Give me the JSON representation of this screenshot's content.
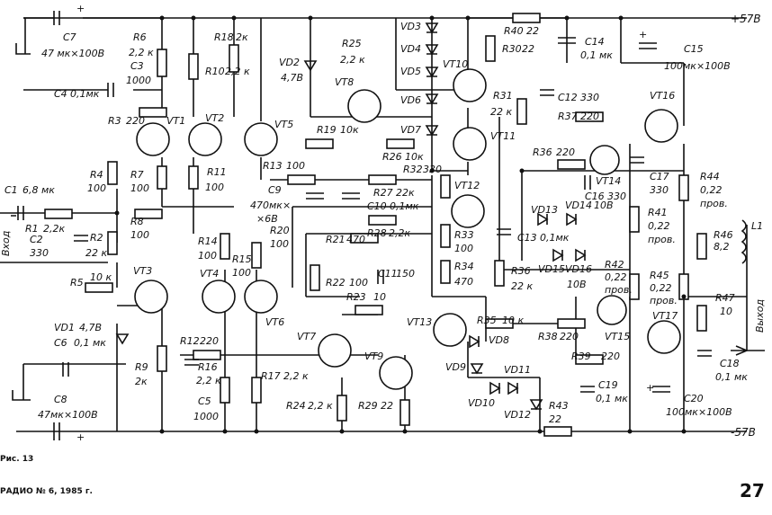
{
  "rails": {
    "pos": "+57В",
    "neg": "-57В"
  },
  "figure_caption": "Рис. 13",
  "journal_line": "РАДИО № 6, 1985 г.",
  "page_number": "27",
  "input_label": "Вход",
  "output_label": "Выход",
  "components": [
    {
      "ref": "C7",
      "value": "47 мк×100В"
    },
    {
      "ref": "R6",
      "value": "2,2 к"
    },
    {
      "ref": "C3",
      "value": "1000"
    },
    {
      "ref": "C4",
      "value": "0,1мк"
    },
    {
      "ref": "R3",
      "value": "220"
    },
    {
      "ref": "R18",
      "value": "2к"
    },
    {
      "ref": "R10",
      "value": "2,2 к"
    },
    {
      "ref": "VD2",
      "value": "4,7В"
    },
    {
      "ref": "R25",
      "value": "2,2 к"
    },
    {
      "ref": "VD3",
      "value": ""
    },
    {
      "ref": "VD4",
      "value": ""
    },
    {
      "ref": "VD5",
      "value": ""
    },
    {
      "ref": "VD6",
      "value": ""
    },
    {
      "ref": "VD7",
      "value": ""
    },
    {
      "ref": "VT8",
      "value": ""
    },
    {
      "ref": "VT10",
      "value": ""
    },
    {
      "ref": "R40",
      "value": "22"
    },
    {
      "ref": "R30",
      "value": "22"
    },
    {
      "ref": "C14",
      "value": "0,1 мк"
    },
    {
      "ref": "C15",
      "value": "100мк×100В"
    },
    {
      "ref": "R31",
      "value": "22 к"
    },
    {
      "ref": "C12",
      "value": "330"
    },
    {
      "ref": "R37",
      "value": "220"
    },
    {
      "ref": "VT16",
      "value": ""
    },
    {
      "ref": "VT1",
      "value": ""
    },
    {
      "ref": "VT2",
      "value": ""
    },
    {
      "ref": "VT5",
      "value": ""
    },
    {
      "ref": "R19",
      "value": "10к"
    },
    {
      "ref": "R26",
      "value": "10к"
    },
    {
      "ref": "VT11",
      "value": ""
    },
    {
      "ref": "R36",
      "value": "220"
    },
    {
      "ref": "R4",
      "value": "100"
    },
    {
      "ref": "R7",
      "value": "100"
    },
    {
      "ref": "R11",
      "value": "100"
    },
    {
      "ref": "R13",
      "value": "100"
    },
    {
      "ref": "R32",
      "value": "330"
    },
    {
      "ref": "C9",
      "value": "470мк×6В"
    },
    {
      "ref": "R27",
      "value": "22к"
    },
    {
      "ref": "C10",
      "value": "0,1мк"
    },
    {
      "ref": "VT12",
      "value": ""
    },
    {
      "ref": "VT14",
      "value": ""
    },
    {
      "ref": "C16",
      "value": "330"
    },
    {
      "ref": "C17",
      "value": "330"
    },
    {
      "ref": "R44",
      "value": "0,22 пров."
    },
    {
      "ref": "C1",
      "value": "6,8 мк"
    },
    {
      "ref": "R1",
      "value": "2,2к"
    },
    {
      "ref": "C2",
      "value": "330"
    },
    {
      "ref": "R8",
      "value": "100"
    },
    {
      "ref": "R2",
      "value": "22 к"
    },
    {
      "ref": "R20",
      "value": "100"
    },
    {
      "ref": "R28",
      "value": "2,2к"
    },
    {
      "ref": "R21",
      "value": "470"
    },
    {
      "ref": "VD13",
      "value": ""
    },
    {
      "ref": "VD14",
      "value": "10В"
    },
    {
      "ref": "R41",
      "value": "0,22 пров."
    },
    {
      "ref": "L1",
      "value": ""
    },
    {
      "ref": "R46",
      "value": "8,2"
    },
    {
      "ref": "R14",
      "value": "100"
    },
    {
      "ref": "R15",
      "value": "100"
    },
    {
      "ref": "R33",
      "value": "100"
    },
    {
      "ref": "C13",
      "value": "0,1 мк"
    },
    {
      "ref": "R34",
      "value": "470"
    },
    {
      "ref": "R36",
      "value": "22 к"
    },
    {
      "ref": "VD15",
      "value": ""
    },
    {
      "ref": "VD16",
      "value": "10В"
    },
    {
      "ref": "R42",
      "value": "0,22 пров."
    },
    {
      "ref": "R45",
      "value": "0,22 пров."
    },
    {
      "ref": "R47",
      "value": "10"
    },
    {
      "ref": "R5",
      "value": "10 к"
    },
    {
      "ref": "VT3",
      "value": ""
    },
    {
      "ref": "VT4",
      "value": ""
    },
    {
      "ref": "VT6",
      "value": ""
    },
    {
      "ref": "R22",
      "value": "100"
    },
    {
      "ref": "C11",
      "value": "150"
    },
    {
      "ref": "R23",
      "value": "10"
    },
    {
      "ref": "VT13",
      "value": ""
    },
    {
      "ref": "R35",
      "value": "10 к"
    },
    {
      "ref": "VT17",
      "value": ""
    },
    {
      "ref": "VT15",
      "value": ""
    },
    {
      "ref": "VD1",
      "value": "4,7В"
    },
    {
      "ref": "C6",
      "value": "0,1 мк"
    },
    {
      "ref": "R12",
      "value": "220"
    },
    {
      "ref": "VT7",
      "value": ""
    },
    {
      "ref": "VD8",
      "value": ""
    },
    {
      "ref": "R38",
      "value": "220"
    },
    {
      "ref": "R39",
      "value": "220"
    },
    {
      "ref": "C18",
      "value": "0,1 мк"
    },
    {
      "ref": "R9",
      "value": "2к"
    },
    {
      "ref": "R16",
      "value": "2,2 к"
    },
    {
      "ref": "R17",
      "value": "2,2 к"
    },
    {
      "ref": "VT9",
      "value": ""
    },
    {
      "ref": "VD9",
      "value": ""
    },
    {
      "ref": "VD11",
      "value": ""
    },
    {
      "ref": "C8",
      "value": "47мк×100В"
    },
    {
      "ref": "C5",
      "value": "1000"
    },
    {
      "ref": "R24",
      "value": "2,2 к"
    },
    {
      "ref": "R29",
      "value": "22"
    },
    {
      "ref": "VD10",
      "value": ""
    },
    {
      "ref": "VD12",
      "value": ""
    },
    {
      "ref": "C19",
      "value": "0,1 мк"
    },
    {
      "ref": "C20",
      "value": "100мк×100В"
    },
    {
      "ref": "R43",
      "value": "22"
    }
  ],
  "labels": {
    "C7": "C7",
    "C7v": "47 мк×100В",
    "R6": "R6",
    "R6v": "2,2 к",
    "C3": "C3",
    "C3v": "1000",
    "C4": "C4",
    "C4v": "0,1мк",
    "R3": "R3",
    "R3v": "220",
    "R18": "R18",
    "R18v": "2к",
    "R10": "R10",
    "R10v": "2,2 к",
    "VD2": "VD2",
    "VD2v": "4,7В",
    "R25": "R25",
    "R25v": "2,2 к",
    "VD3": "VD3",
    "VD4": "VD4",
    "VD5": "VD5",
    "VD6": "VD6",
    "VD7": "VD7",
    "VT8": "VT8",
    "VT10": "VT10",
    "R40": "R40",
    "R40v": "22",
    "R30": "R30",
    "R30v": "22",
    "C14": "C14",
    "C14v": "0,1 мк",
    "C15": "C15",
    "C15v": "100мк×100В",
    "R31": "R31",
    "R31v": "22 к",
    "C12": "C12",
    "C12v": "330",
    "R37": "R37",
    "R37v": "220",
    "VT16": "VT16",
    "VT1": "VT1",
    "VT2": "VT2",
    "VT5": "VT5",
    "R19": "R19",
    "R19v": "10к",
    "R26": "R26",
    "R26v": "10к",
    "VT11": "VT11",
    "R36a": "R36",
    "R36av": "220",
    "R4": "R4",
    "R4v": "100",
    "R7": "R7",
    "R7v": "100",
    "R11": "R11",
    "R11v": "100",
    "R13": "R13",
    "R13v": "100",
    "R32": "R32",
    "R32v": "330",
    "C9": "C9",
    "C9v1": "470мк×",
    "C9v2": "×6В",
    "R27": "R27",
    "R27v": "22к",
    "C10": "C10",
    "C10v": "0,1мк",
    "VT12": "VT12",
    "VT14": "VT14",
    "C16": "C16",
    "C16v": "330",
    "C17": "C17",
    "C17v": "330",
    "R44": "R44",
    "R44v": "0,22",
    "prov": "пров.",
    "C1": "C1",
    "C1v": "6,8 мк",
    "R1": "R1",
    "R1v": "2,2к",
    "C2": "C2",
    "C2v": "330",
    "R8": "R8",
    "R8v": "100",
    "R2": "R2",
    "R2v": "22 к",
    "R20": "R20",
    "R20v": "100",
    "R28": "R28",
    "R28v": "2,2к",
    "R21": "R21",
    "R21v": "470",
    "VD13": "VD13",
    "VD14": "VD14",
    "VD14v": "10В",
    "R41": "R41",
    "R41v": "0,22",
    "L1": "L1",
    "R46": "R46",
    "R46v": "8,2",
    "R14": "R14",
    "R14v": "100",
    "R15": "R15",
    "R15v": "100",
    "R33": "R33",
    "R33v": "100",
    "C13": "C13",
    "C13v": "0,1мк",
    "R34": "R34",
    "R34v": "470",
    "R36b": "R36",
    "R36bv": "22 к",
    "VD15": "VD15",
    "VD16": "VD16",
    "VD16v": "10В",
    "R42": "R42",
    "R42v": "0,22",
    "R45": "R45",
    "R45v": "0,22",
    "R47": "R47",
    "R47v": "10",
    "R5": "R5",
    "R5v": "10 к",
    "VT3": "VT3",
    "VT4": "VT4",
    "VT6": "VT6",
    "R22": "R22",
    "R22v": "100",
    "C11": "C11",
    "C11v": "150",
    "R23": "R23",
    "R23v": "10",
    "VT13": "VT13",
    "R35": "R35",
    "R35v": "10 к",
    "VT17": "VT17",
    "VT15": "VT15",
    "VD1": "VD1",
    "VD1v": "4,7В",
    "C6": "C6",
    "C6v": "0,1 мк",
    "R12": "R12",
    "R12v": "220",
    "VT7": "VT7",
    "VD8": "VD8",
    "R38": "R38",
    "R38v": "220",
    "R39": "R39",
    "R39v": "220",
    "C18": "C18",
    "C18v": "0,1 мк",
    "R9": "R9",
    "R9v": "2к",
    "R16": "R16",
    "R16v": "2,2 к",
    "R17": "R17",
    "R17v": "2,2 к",
    "VT9": "VT9",
    "VD9": "VD9",
    "VD11": "VD11",
    "C8": "C8",
    "C8v": "47мк×100В",
    "C5": "C5",
    "C5v": "1000",
    "R24": "R24",
    "R24v": "2,2 к",
    "R29": "R29",
    "R29v": "22",
    "VD10": "VD10",
    "VD12": "VD12",
    "C19": "C19",
    "C19v": "0,1 мк",
    "C20": "C20",
    "C20v": "100мк×100В",
    "R43": "R43",
    "R43v": "22",
    "plus": "+"
  }
}
